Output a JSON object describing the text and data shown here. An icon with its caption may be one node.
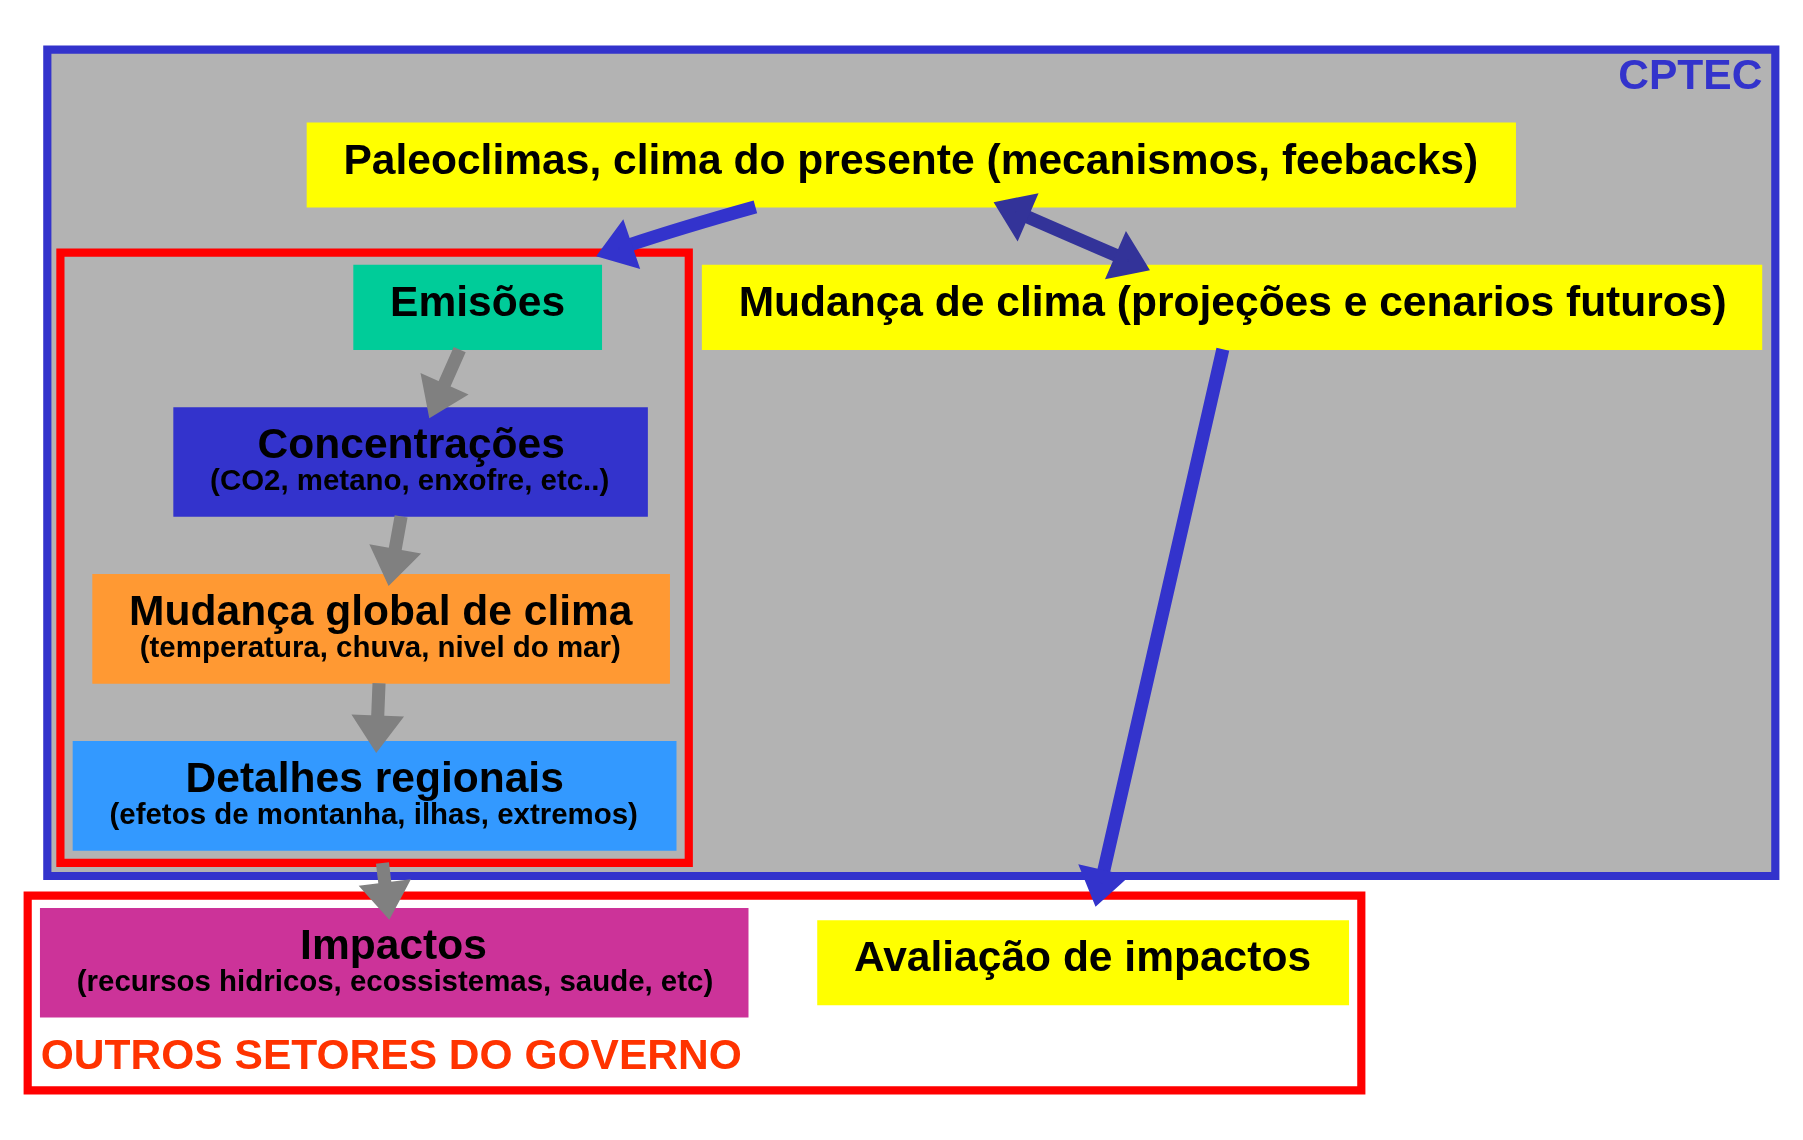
{
  "diagram": {
    "nodes": [
      {
        "text": [
          "CPTEC"
        ]
      },
      {
        "text": [
          "Paleoclimas, clima do presente (mecanismos, feebacks)"
        ],
        "in": 0
      },
      {
        "text": [],
        "shape": "box",
        "in": 0
      },
      {
        "text": [
          "Emisões"
        ],
        "in": 2
      },
      {
        "text": [
          "Concentrações",
          "(CO2, metano, enxofre, etc..)"
        ],
        "in": 2
      },
      {
        "text": [
          "Mudança global de clima",
          "(temperatura, chuva, nivel do mar)"
        ],
        "in": 2
      },
      {
        "text": [
          "Detalhes regionais",
          "(efetos de montanha, ilhas, extremos)"
        ],
        "in": 2
      },
      {
        "text": [
          "Mudança de clima (projeções e cenarios futuros)"
        ],
        "in": 0
      },
      {
        "text": [
          "OUTROS SETORES DO GOVERNO"
        ]
      },
      {
        "text": [
          "Impactos",
          "(recursos hidricos, ecossistemas, saude, etc)"
        ],
        "in": 8
      },
      {
        "text": [
          "Avaliação de impactos"
        ],
        "in": 8
      }
    ],
    "edges": [
      {
        "from": 1,
        "to": 2,
        "arrow": "to",
        "color": "#3333cc"
      },
      {
        "from": 3,
        "to": 4,
        "arrow": "to"
      },
      {
        "from": 4,
        "to": 5,
        "arrow": "to"
      },
      {
        "from": 5,
        "to": 6,
        "arrow": "to"
      },
      {
        "from": 2,
        "to": 9,
        "arrow": "to"
      },
      {
        "from": 1,
        "to": 7,
        "arrow": "both",
        "color": "#333399"
      },
      {
        "from": 7,
        "to": 8,
        "arrow": "to",
        "color": "#3333cc"
      }
    ]
  }
}
